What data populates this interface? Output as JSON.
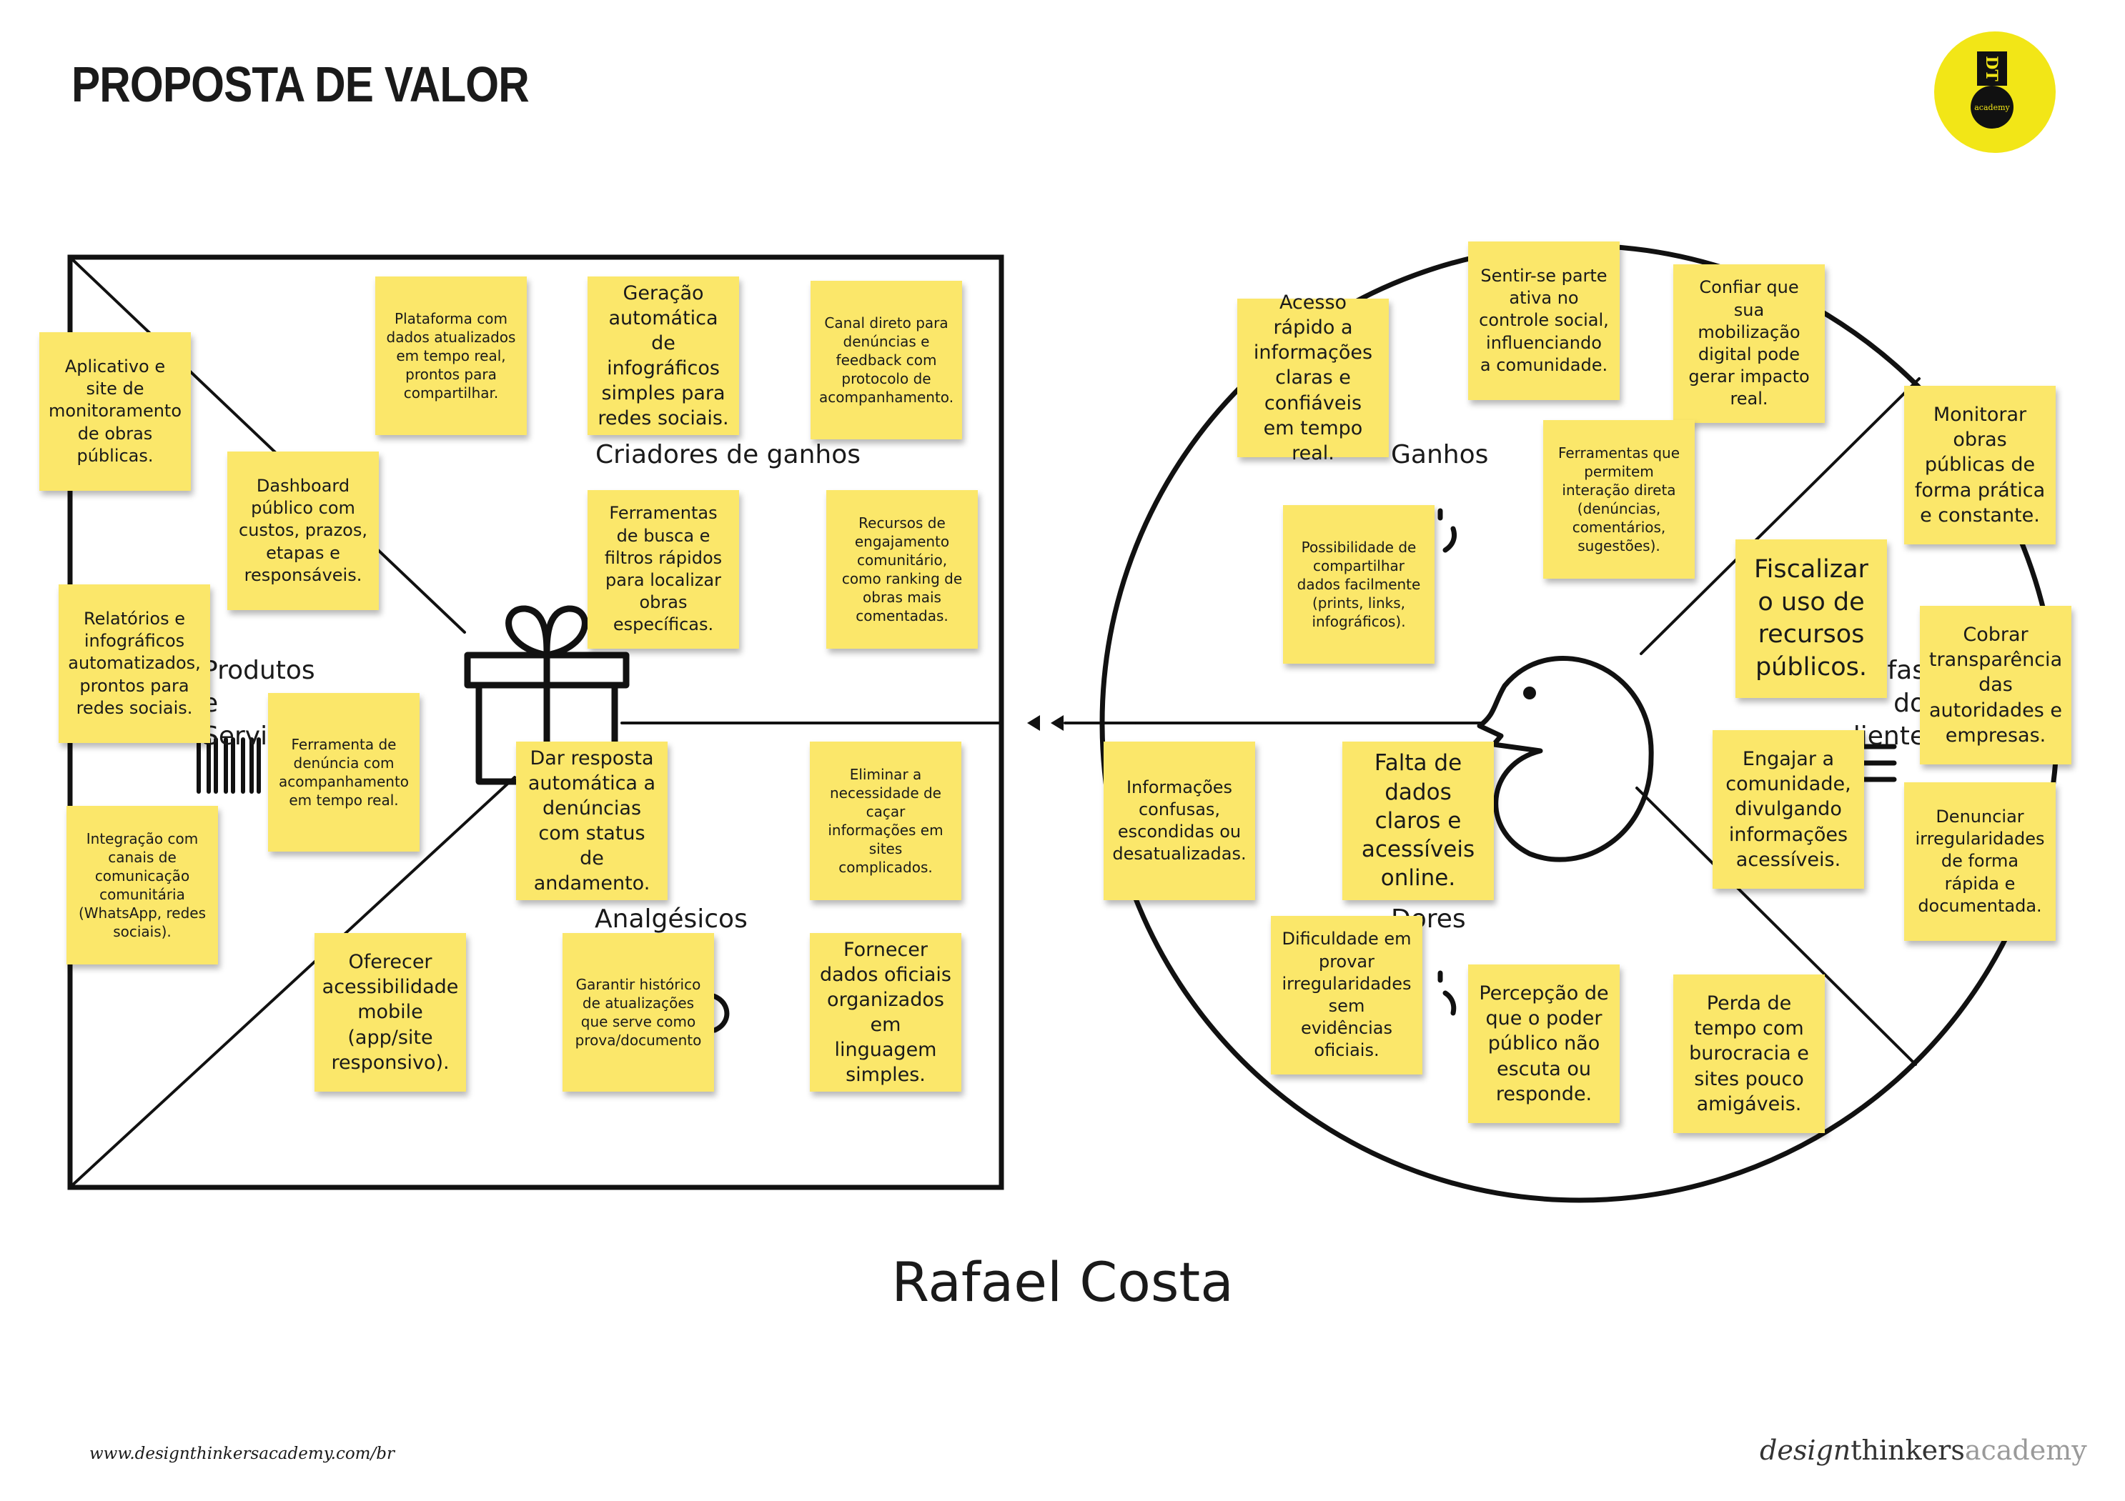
{
  "page_title": "PROPOSTA DE VALOR",
  "logo": {
    "icon": "design-thinkers-badge",
    "initials": "DT",
    "text": "academy",
    "color": "#f2e617"
  },
  "canvas": {
    "value_map": {
      "label_gain_creators": "Criadores de ganhos",
      "label_products": "Produtos e Serviços",
      "label_pain_relievers": "Analgésicos"
    },
    "customer_profile": {
      "label_gains": "Ganhos",
      "label_jobs": "Tarefas do cliente",
      "label_pains": "Dores"
    }
  },
  "notes": {
    "products": [
      "Aplicativo e site de monitoramento de obras públicas.",
      "Dashboard público com custos, prazos, etapas e responsáveis.",
      "Relatórios e infográficos automatizados, prontos para redes sociais.",
      "Ferramenta de denúncia com acompanhamento em tempo real.",
      "Integração com canais de comunicação comunitária (WhatsApp, redes sociais)."
    ],
    "gain_creators": [
      "Plataforma com dados atualizados em tempo real, prontos para compartilhar.",
      "Geração automática de infográficos simples para redes sociais.",
      "Canal direto para denúncias e feedback com protocolo de acompanhamento.",
      "Ferramentas de busca e filtros rápidos para localizar obras específicas.",
      "Recursos de engajamento comunitário, como ranking de obras mais comentadas."
    ],
    "pain_relievers": [
      "Dar resposta automática a denúncias com status de andamento.",
      "Eliminar a necessidade de caçar informações em sites complicados.",
      "Oferecer acessibilidade mobile (app/site responsivo).",
      "Garantir histórico de atualizações que serve como prova/documento",
      "Fornecer dados oficiais organizados em linguagem simples."
    ],
    "gains": [
      "Acesso rápido a informações claras e confiáveis em tempo real.",
      "Sentir-se parte ativa no controle social, influenciando a comunidade.",
      "Confiar que sua mobilização digital pode gerar impacto real.",
      "Ferramentas que permitem interação direta (denúncias, comentários, sugestões).",
      "Possibilidade de compartilhar dados facilmente (prints, links, infográficos)."
    ],
    "jobs": [
      "Monitorar obras públicas de forma prática e constante.",
      "Fiscalizar o uso de recursos públicos.",
      "Cobrar transparência das autoridades e empresas.",
      "Engajar a comunidade, divulgando informações acessíveis.",
      "Denunciar irregularidades de forma rápida e documentada."
    ],
    "pains": [
      "Informações confusas, escondidas ou desatualizadas.",
      "Falta de dados claros e acessíveis online.",
      "Dificuldade em provar irregularidades sem evidências oficiais.",
      "Percepção de que o poder público não escuta ou responde.",
      "Perda de tempo com burocracia e sites pouco amigáveis."
    ]
  },
  "author_name": "Rafael Costa",
  "footer": {
    "url": "www.designthinkersacademy.com/br",
    "brand_part1": "design",
    "brand_part2": "thinkers",
    "brand_part3": "academy"
  },
  "colors": {
    "sticky_note": "#fbe76a",
    "logo_yellow": "#f2e617",
    "line": "#111111"
  }
}
